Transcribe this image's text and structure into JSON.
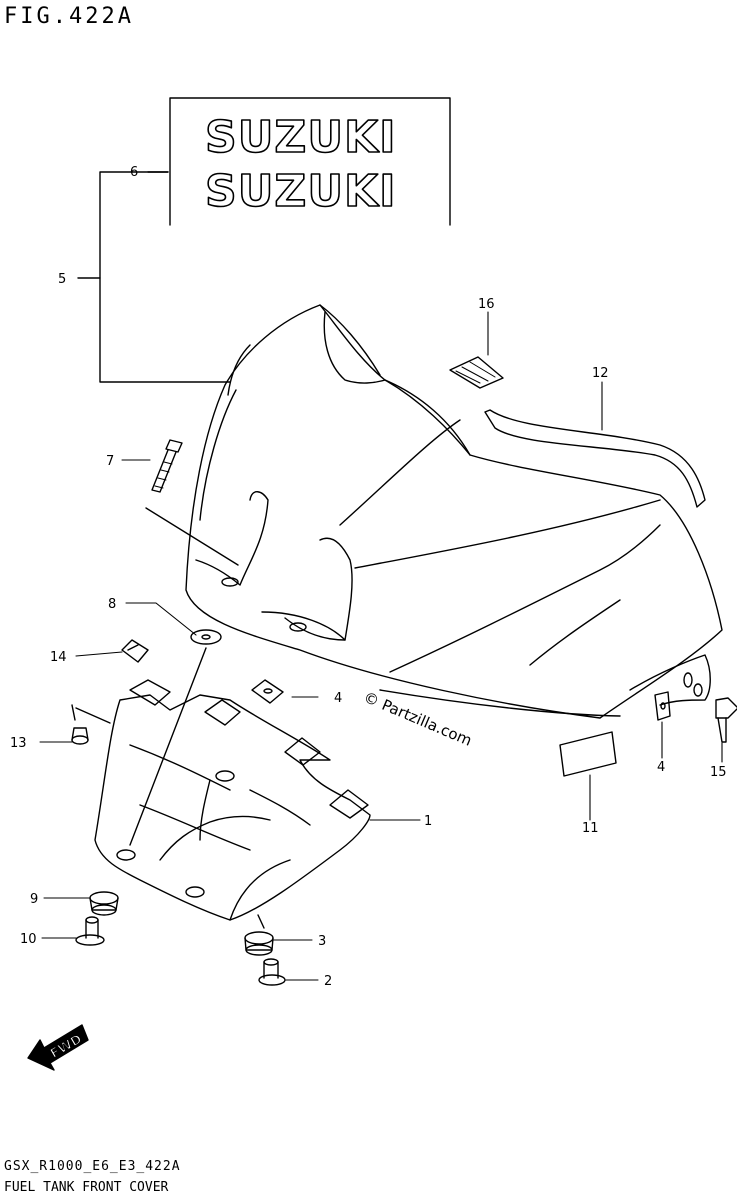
{
  "figure": {
    "title": "FIG.422A",
    "footer_code": "GSX_R1000_E6_E3_422A",
    "footer_title": "FUEL TANK FRONT COVER",
    "watermark": "© Partzilla.com"
  },
  "decal": {
    "text_line1": "SUZUKI",
    "text_line2": "SUZUKI"
  },
  "fwd_label": "FWD",
  "callouts": [
    "6",
    "5",
    "16",
    "12",
    "7",
    "8",
    "14",
    "4",
    "13",
    "1",
    "9",
    "10",
    "3",
    "2",
    "11",
    "4",
    "15"
  ]
}
